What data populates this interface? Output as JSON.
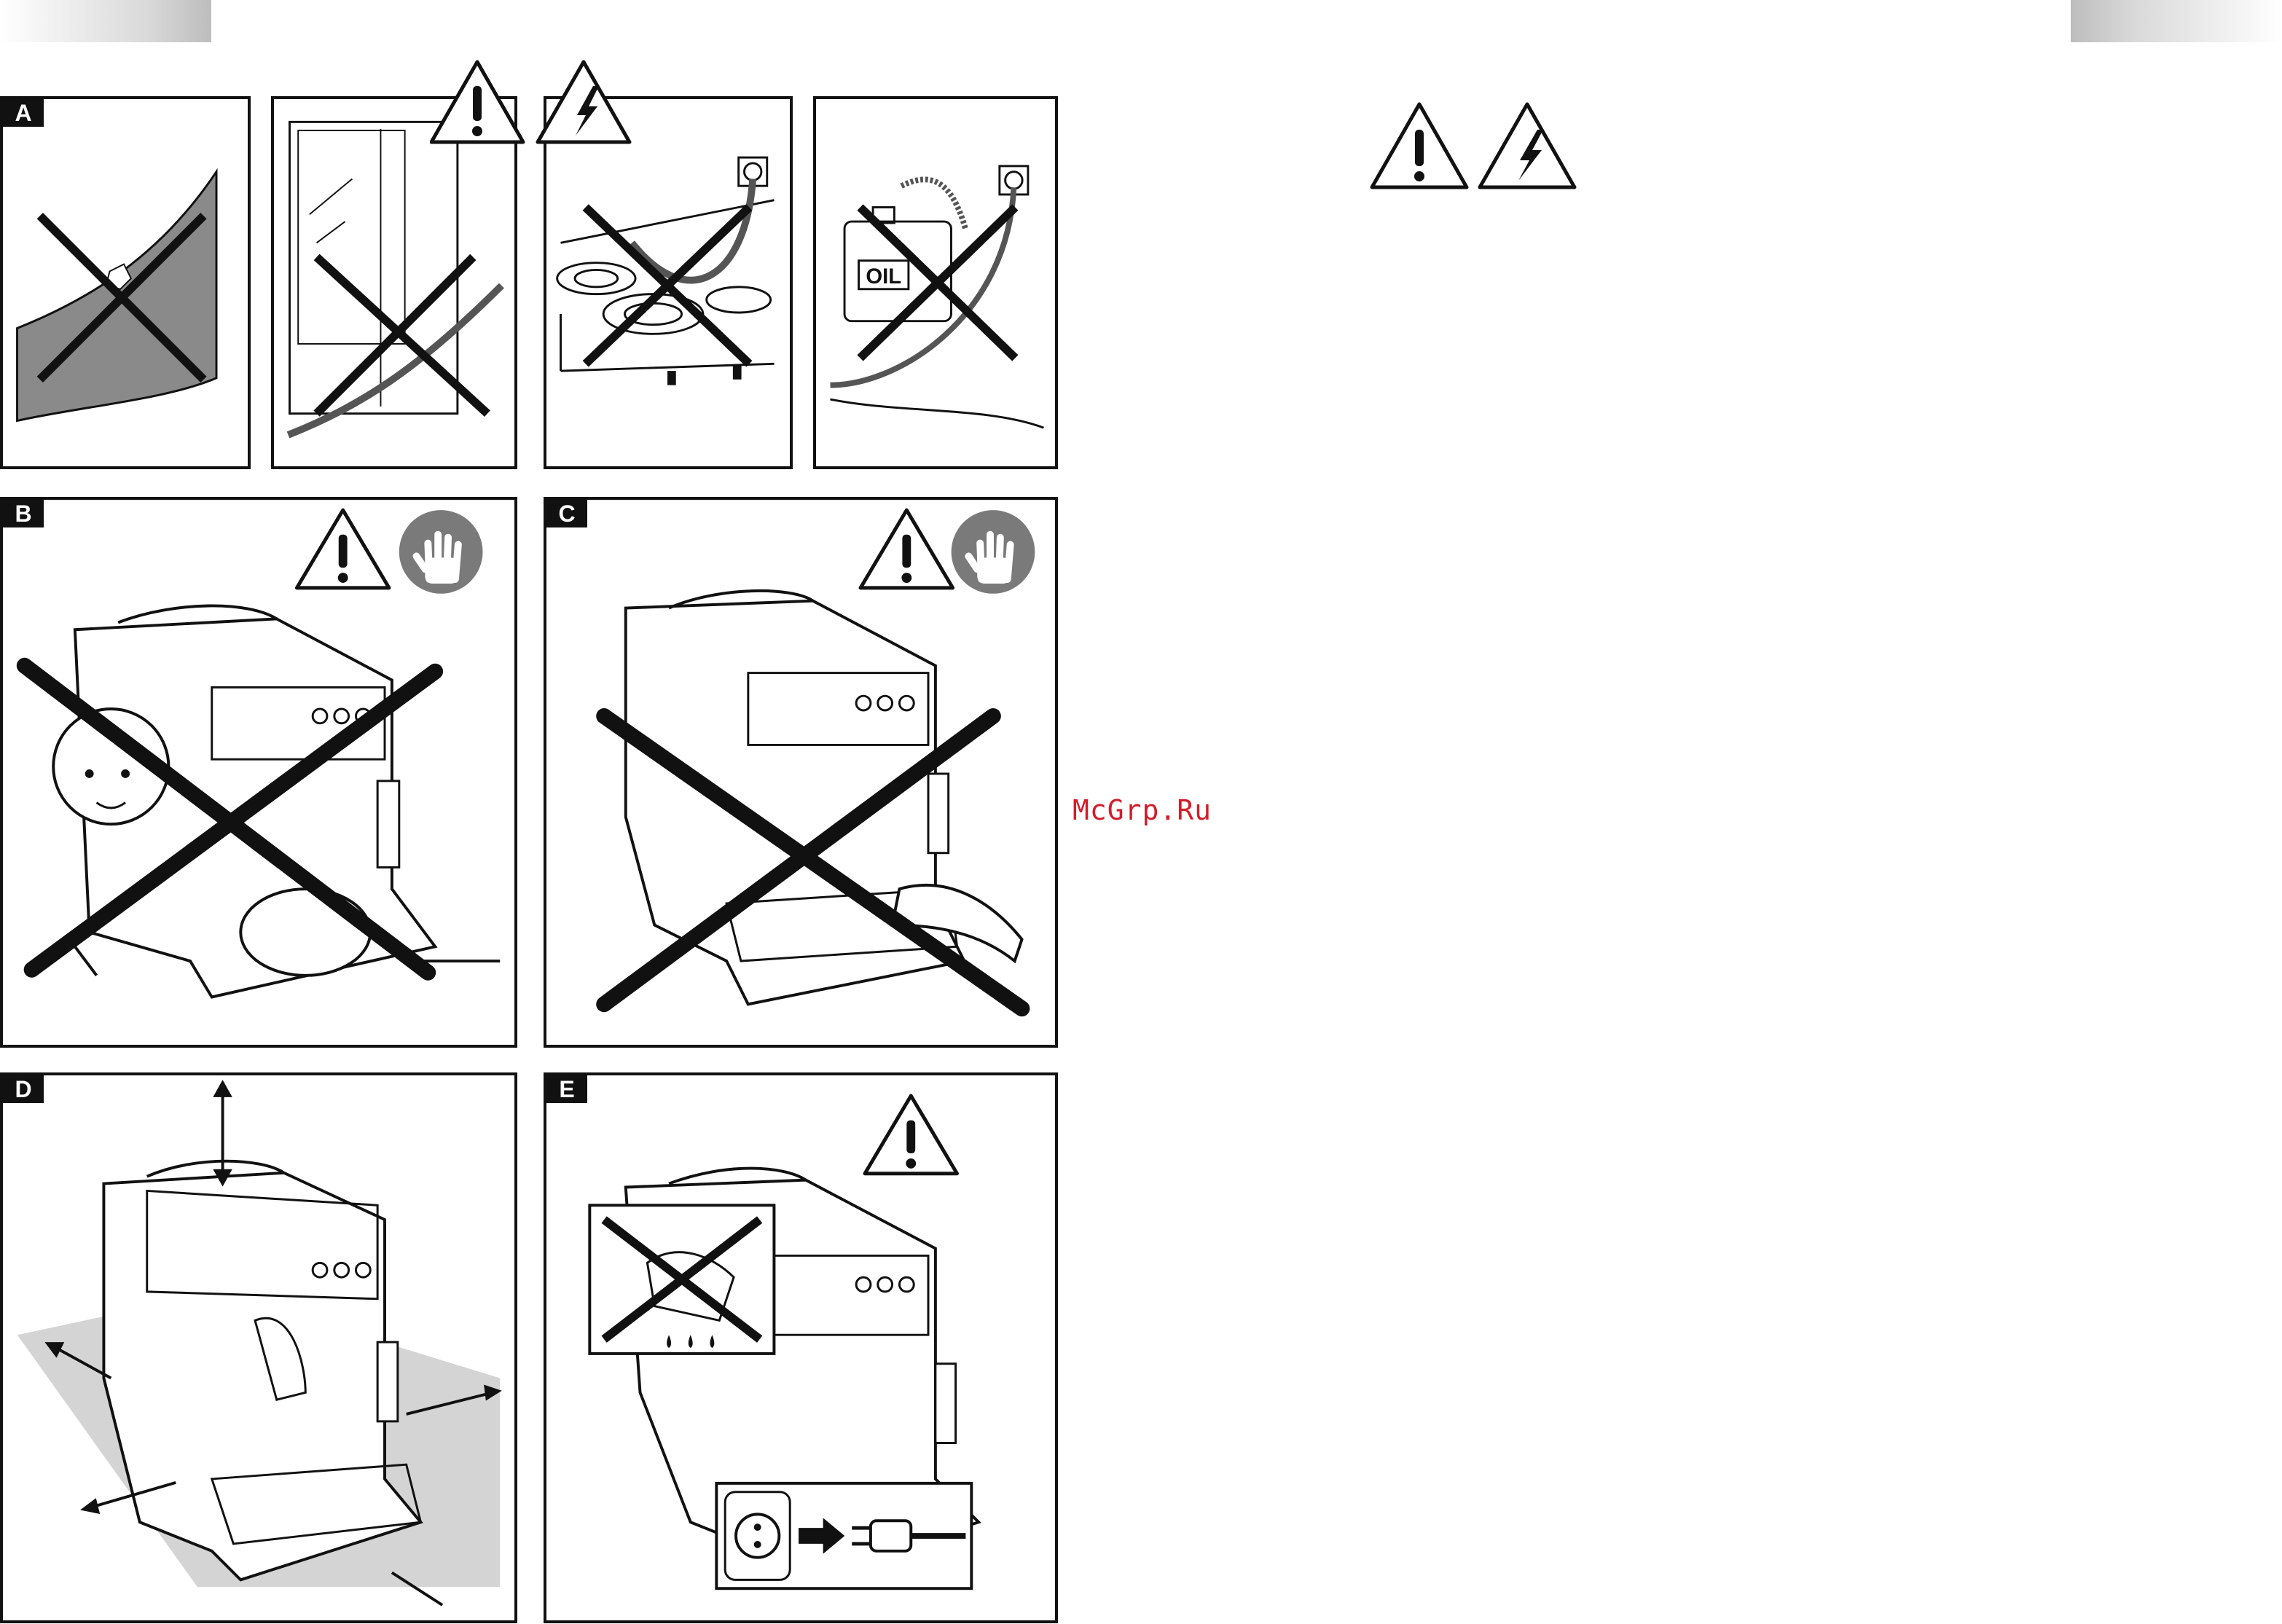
{
  "panels": {
    "a": {
      "letter": "A",
      "oil_label": "OIL"
    },
    "b": {
      "letter": "B"
    },
    "c": {
      "letter": "C"
    },
    "d": {
      "letter": "D"
    },
    "e": {
      "letter": "E"
    }
  },
  "watermark": "McGrp.Ru",
  "icons": {
    "warning": "exclamation-triangle-icon",
    "electric": "lightning-triangle-icon",
    "stop": "hand-stop-icon",
    "prohibited": "cross-out-icon"
  },
  "colors": {
    "ink": "#111111",
    "gray_fill": "#7a7a7a",
    "floor": "#d4d4d4",
    "watermark": "#d21d2a"
  }
}
